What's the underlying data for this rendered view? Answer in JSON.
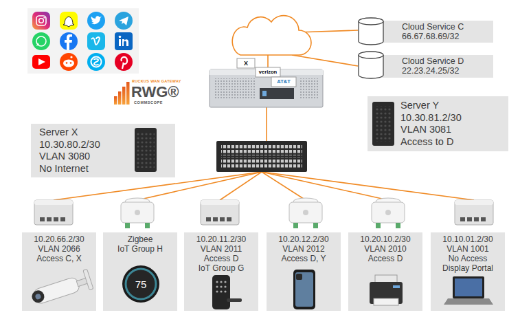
{
  "diagram": {
    "nodes": [
      {
        "text": [
          "Cloud Service C",
          "66.67.68.69/32"
        ]
      },
      {
        "text": [
          "Cloud Service D",
          "22.23.24.25/32"
        ]
      },
      {
        "text": [
          "Server Y",
          "10.30.81.2/30",
          "VLAN 3081",
          "Access to D"
        ]
      },
      {
        "text": [
          "Server X",
          "10.30.80.2/30",
          "VLAN 3080",
          "No Internet"
        ]
      },
      {
        "text": [
          "10.20.66.2/30",
          "VLAN 2066",
          "Access C, X"
        ]
      },
      {
        "text": [
          "Zigbee",
          "IoT Group H"
        ]
      },
      {
        "text": [
          "10.20.11.2/30",
          "VLAN 2011",
          "Access D",
          "IoT Group G"
        ]
      },
      {
        "text": [
          "10.20.12.2/30",
          "VLAN 2012",
          "Access D, Y"
        ]
      },
      {
        "text": [
          "10.20.10.2/30",
          "VLAN 2010",
          "Access D"
        ]
      },
      {
        "text": [
          "10.10.01.2/30",
          "VLAN 1001",
          "No Access",
          "Display Portal"
        ]
      }
    ],
    "labels": [
      "RUCKUS WAN GATEWAY",
      "RWG®",
      "COMMSCOPE",
      "X",
      "verizon",
      "AT&T",
      "75"
    ]
  }
}
